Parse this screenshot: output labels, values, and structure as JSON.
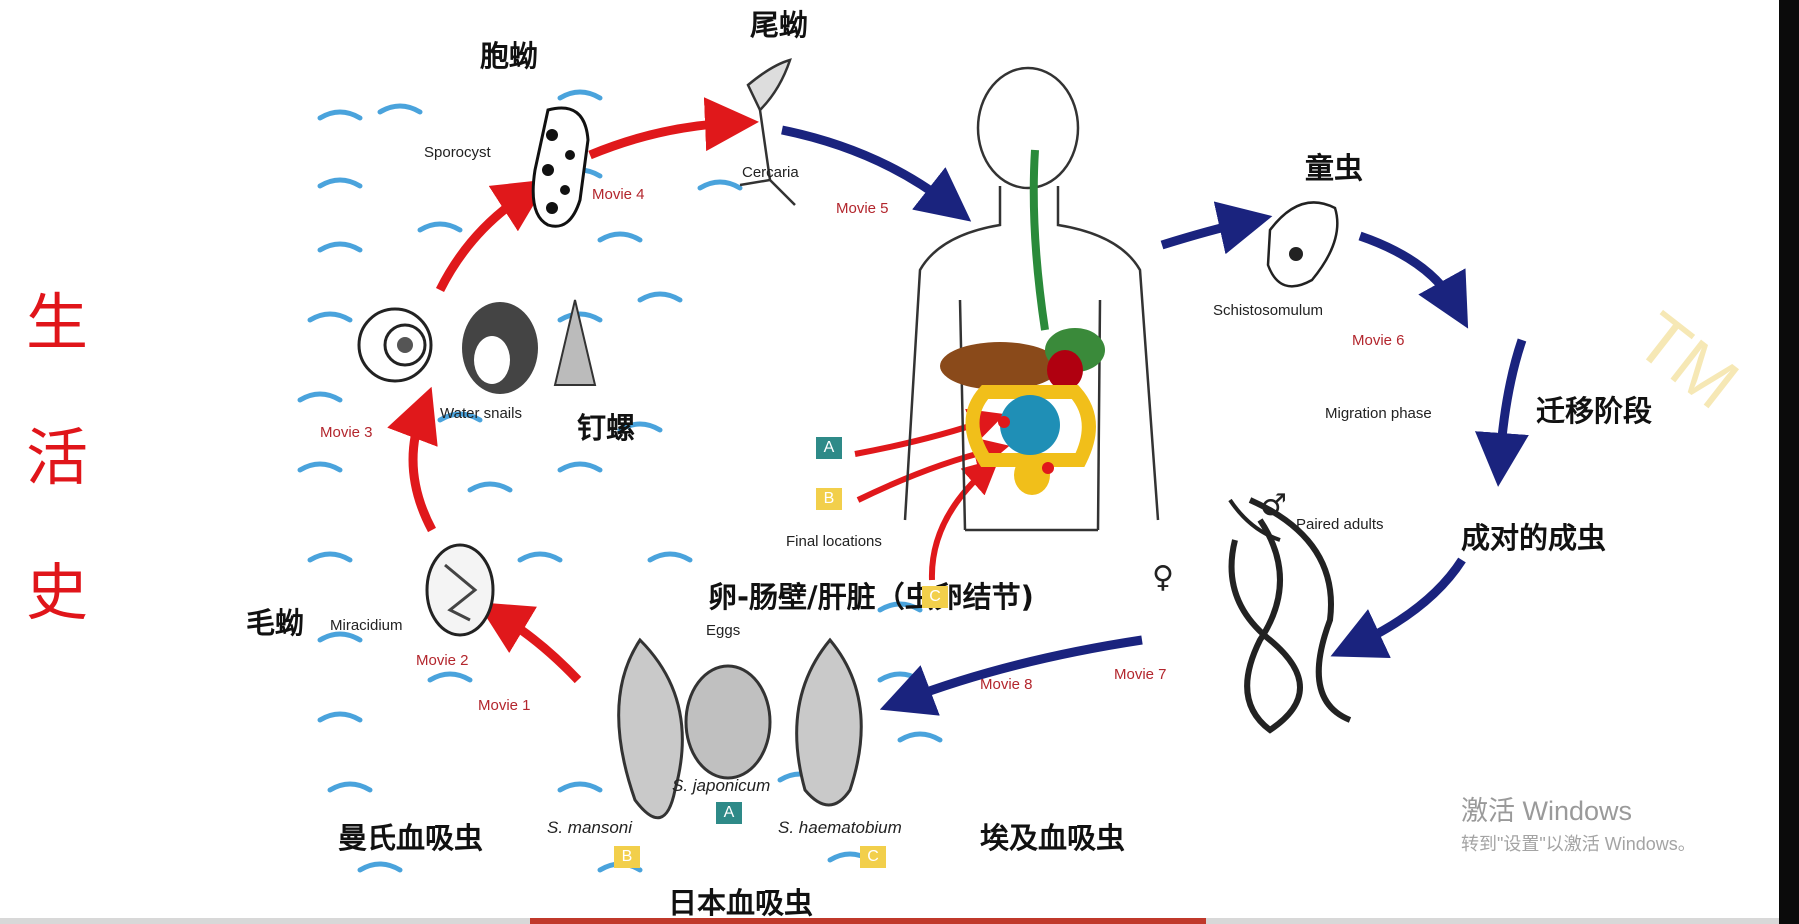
{
  "side_title": [
    "生",
    "活",
    "史"
  ],
  "stage_labels_cn": {
    "sporocyst": "胞蚴",
    "cercaria": "尾蚴",
    "schistosomulum": "童虫",
    "migration": "迁移阶段",
    "paired_adults": "成对的成虫",
    "eggs_location": "卵-肠壁/肝脏（虫卵结节)",
    "snails": "钉螺",
    "miracidium": "毛蚴",
    "mansoni": "曼氏血吸虫",
    "haematobium": "埃及血吸虫",
    "japonicum": "日本血吸虫"
  },
  "stage_labels_en": {
    "sporocyst": "Sporocyst",
    "cercaria": "Cercaria",
    "schistosomulum": "Schistosomulum",
    "migration": "Migration phase",
    "paired_adults": "Paired adults",
    "final_locations": "Final locations",
    "water_snails": "Water snails",
    "miracidium": "Miracidium",
    "eggs": "Eggs"
  },
  "species": {
    "mansoni": "S. mansoni",
    "japonicum": "S. japonicum",
    "haematobium": "S. haematobium"
  },
  "tags": {
    "A": "A",
    "B": "B",
    "C": "C"
  },
  "movies": {
    "m1": "Movie 1",
    "m2": "Movie 2",
    "m3": "Movie 3",
    "m4": "Movie 4",
    "m5": "Movie 5",
    "m6": "Movie 6",
    "m7": "Movie 7",
    "m8": "Movie 8"
  },
  "sex_symbols": {
    "male": "♂",
    "female": "♀"
  },
  "watermark": {
    "line1": "激活 Windows",
    "line2": "转到\"设置\"以激活 Windows。",
    "tm": "TM"
  },
  "colors": {
    "red_arrow": "#e0181b",
    "blue_arrow": "#1a237e",
    "water": "#4aa3dc",
    "title_red": "#e0151a"
  }
}
